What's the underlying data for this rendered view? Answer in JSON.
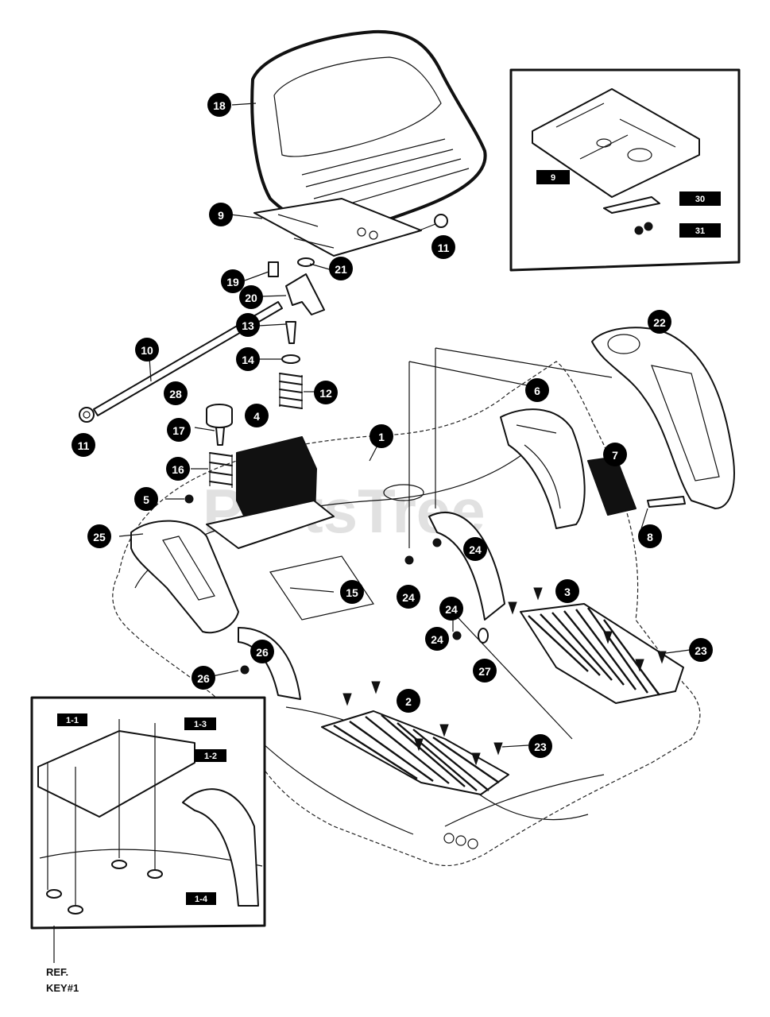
{
  "watermark": "PartsTree",
  "ref_key": {
    "line1": "REF.",
    "line2": "KEY#1"
  },
  "main_callouts": [
    "1",
    "2",
    "3",
    "4",
    "5",
    "6",
    "7",
    "8",
    "9",
    "10",
    "11",
    "11",
    "12",
    "13",
    "14",
    "15",
    "16",
    "17",
    "18",
    "19",
    "20",
    "21",
    "22",
    "23",
    "23",
    "24",
    "24",
    "24",
    "24",
    "25",
    "26",
    "26",
    "27",
    "28"
  ],
  "inset_seat": {
    "tags": [
      "9",
      "30",
      "31"
    ]
  },
  "inset_ref": {
    "tags": [
      "1-1",
      "1-2",
      "1-3",
      "1-4"
    ]
  }
}
